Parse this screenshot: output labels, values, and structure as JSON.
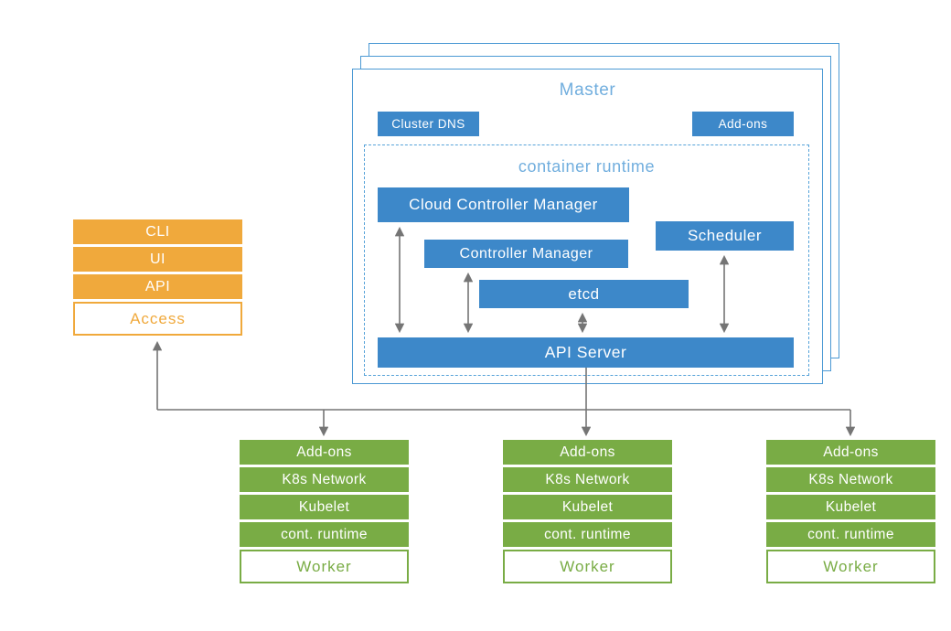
{
  "colors": {
    "component_blue": "#3d88c9",
    "master_border_blue": "#4b99d4",
    "title_light_blue": "#71aede",
    "access_orange": "#f0a93c",
    "worker_green": "#79ac45",
    "arrow_gray": "#757575"
  },
  "master": {
    "title": "Master",
    "cluster_dns_label": "Cluster DNS",
    "addons_label": "Add-ons",
    "container_runtime_title": "container runtime",
    "components": {
      "cloud_controller_manager": "Cloud Controller Manager",
      "controller_manager": "Controller Manager",
      "scheduler": "Scheduler",
      "etcd": "etcd",
      "api_server": "API Server"
    }
  },
  "access": {
    "rows": [
      "CLI",
      "UI",
      "API"
    ],
    "label": "Access"
  },
  "workers": {
    "rows": [
      "Add-ons",
      "K8s Network",
      "Kubelet",
      "cont. runtime"
    ],
    "label": "Worker"
  }
}
